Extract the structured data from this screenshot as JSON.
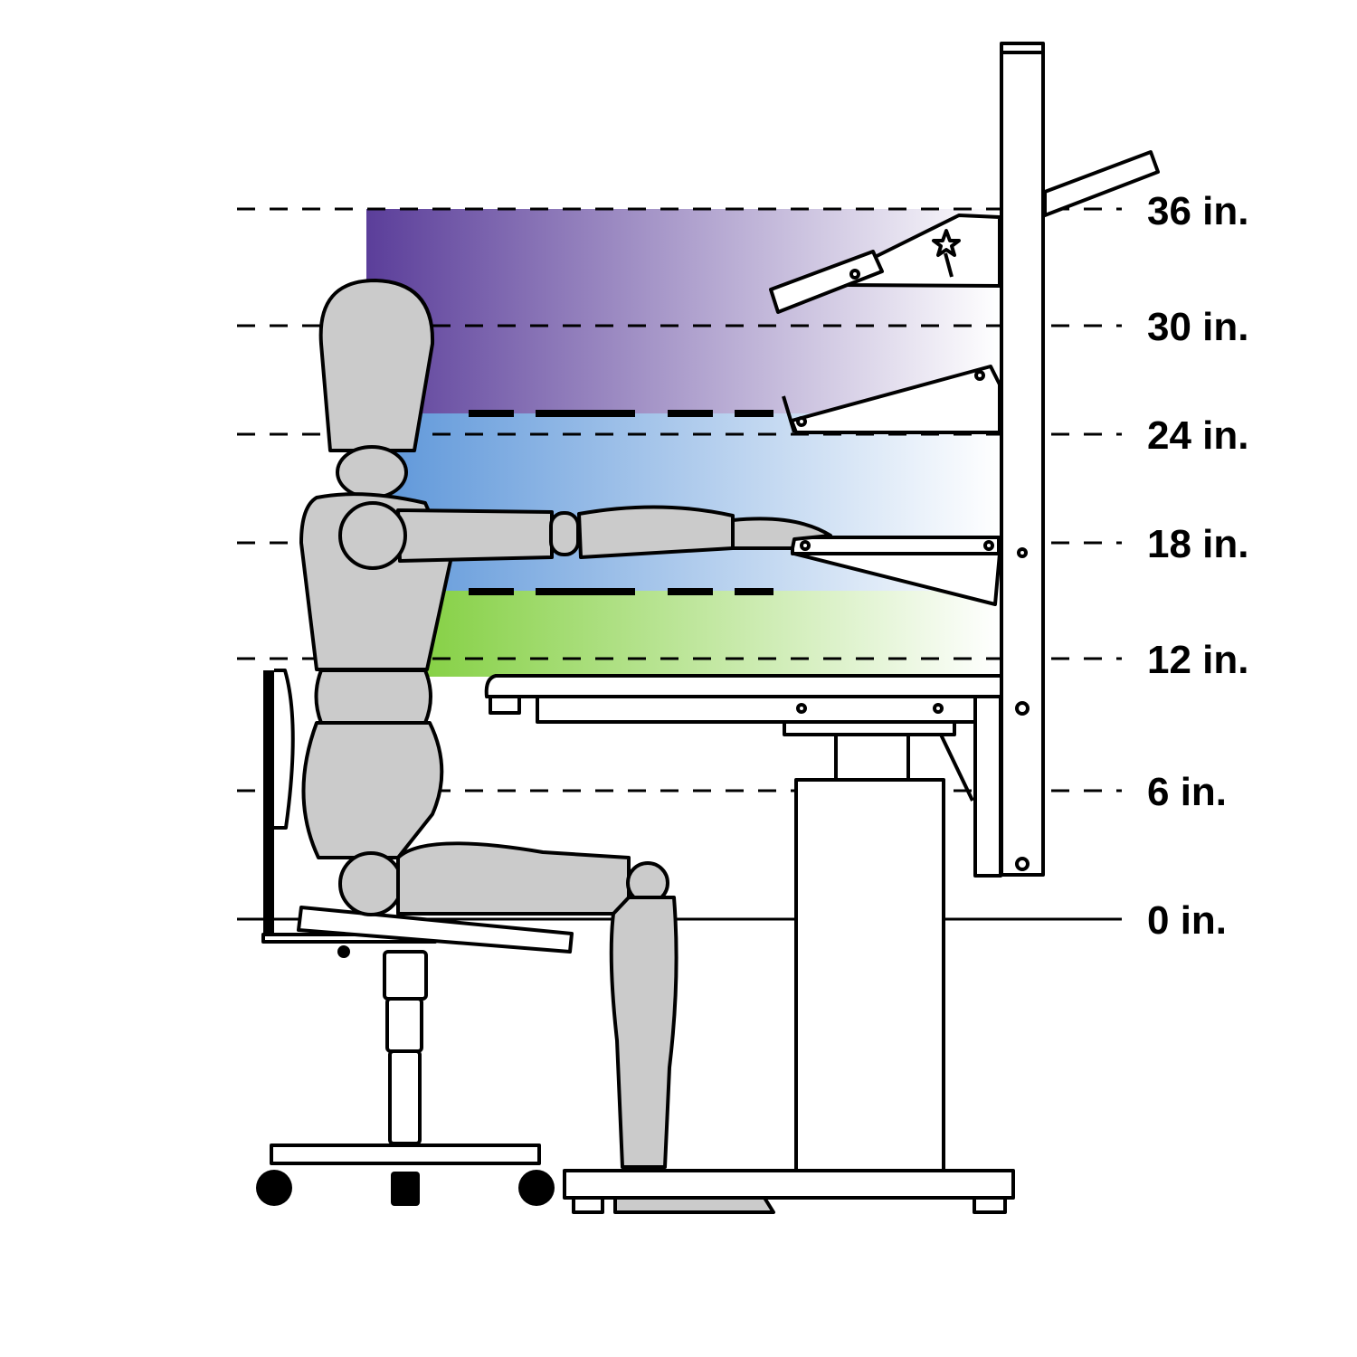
{
  "diagram": {
    "height_labels": [
      "36 in.",
      "30 in.",
      "24 in.",
      "18 in.",
      "12 in.",
      "6 in.",
      "0 in."
    ],
    "height_values_in": [
      36,
      30,
      24,
      18,
      12,
      6,
      0
    ],
    "zones": [
      {
        "name": "upper",
        "color": "#5b3e9a"
      },
      {
        "name": "middle",
        "color": "#5b95d9"
      },
      {
        "name": "lower",
        "color": "#7acc33"
      }
    ]
  }
}
